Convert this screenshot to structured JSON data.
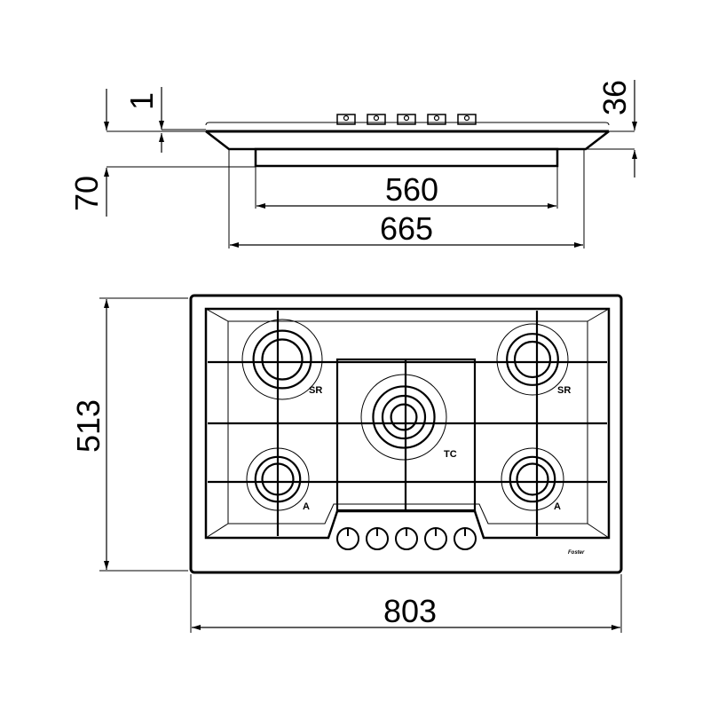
{
  "side_view": {
    "dimensions": {
      "cutout_width": "560",
      "body_width": "665",
      "total_height": "70",
      "glass_thickness": "1",
      "top_height": "36"
    },
    "knob_count": 5
  },
  "top_view": {
    "dimensions": {
      "depth": "513",
      "width": "803"
    },
    "burners": [
      {
        "label": "SR",
        "position": "rear-left"
      },
      {
        "label": "SR",
        "position": "rear-right"
      },
      {
        "label": "TC",
        "position": "center"
      },
      {
        "label": "A",
        "position": "front-left"
      },
      {
        "label": "A",
        "position": "front-right"
      }
    ],
    "knob_count": 5,
    "logo_text": "Foster"
  },
  "colors": {
    "line": "#000000",
    "background": "#ffffff"
  }
}
